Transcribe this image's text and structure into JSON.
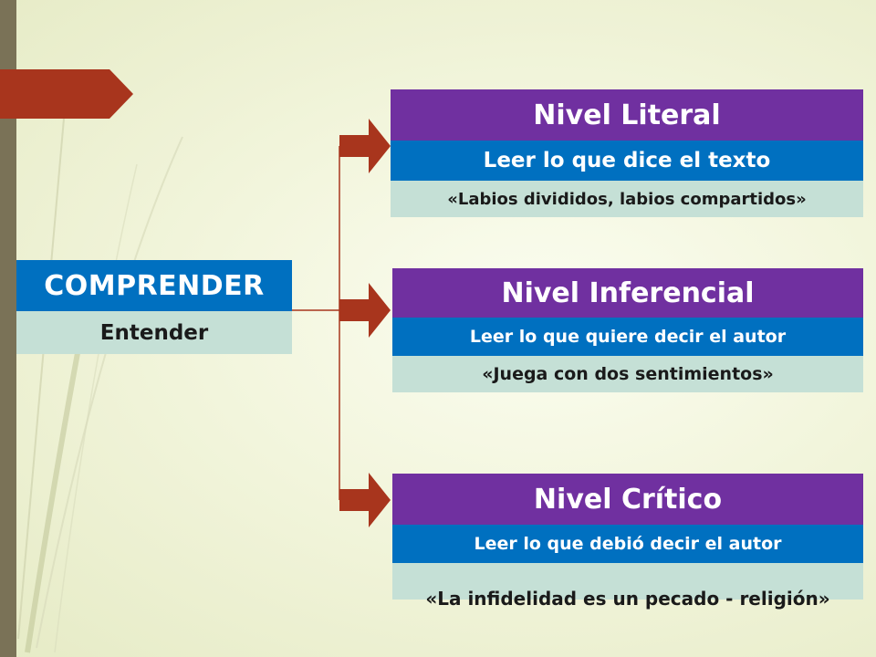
{
  "colors": {
    "title": "#7030a0",
    "subtitle": "#0070c0",
    "example": "#c5e0d6",
    "arrow": "#a8351d",
    "side_bar": "#7a7257"
  },
  "left": {
    "title": "COMPRENDER",
    "subtitle": "Entender"
  },
  "levels": [
    {
      "title": "Nivel Literal",
      "description": "Leer lo que dice el texto",
      "example": "«Labios divididos, labios compartidos»"
    },
    {
      "title": "Nivel Inferencial",
      "description": "Leer lo que quiere decir el autor",
      "example": "«Juega con dos sentimientos»"
    },
    {
      "title": "Nivel Crítico",
      "description": "Leer lo que debió decir el autor",
      "example": "«La infidelidad es un pecado - religión»"
    }
  ]
}
